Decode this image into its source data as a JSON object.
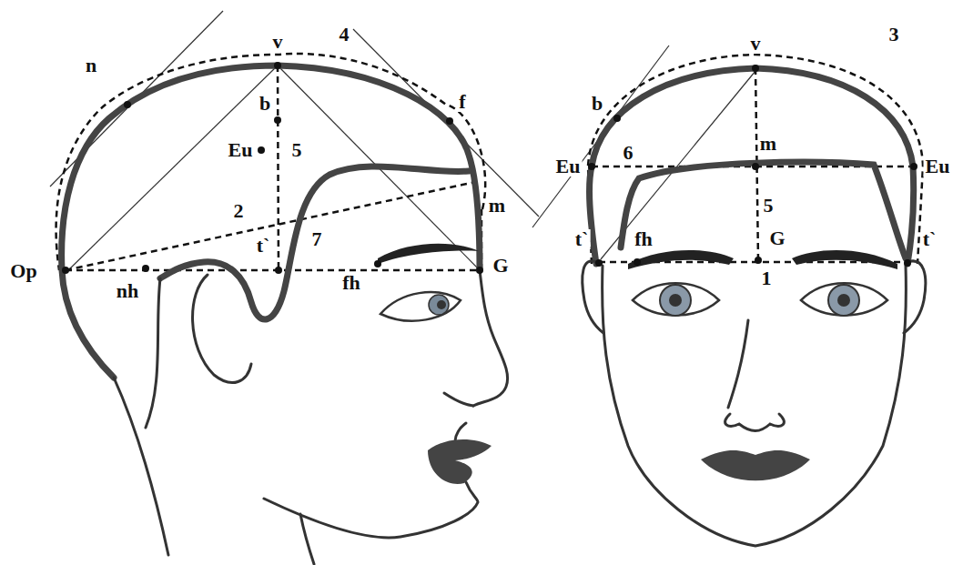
{
  "diagram": {
    "labels": [
      "n",
      "v",
      "4",
      "b",
      "f",
      "Eu",
      "5",
      "m",
      "2",
      "t`",
      "7",
      "Op",
      "nh",
      "fh",
      "G",
      "v",
      "3",
      "b",
      "m",
      "Eu",
      "6",
      "Eu",
      "5",
      "t`",
      "fh",
      "t`",
      "G",
      "1"
    ]
  }
}
